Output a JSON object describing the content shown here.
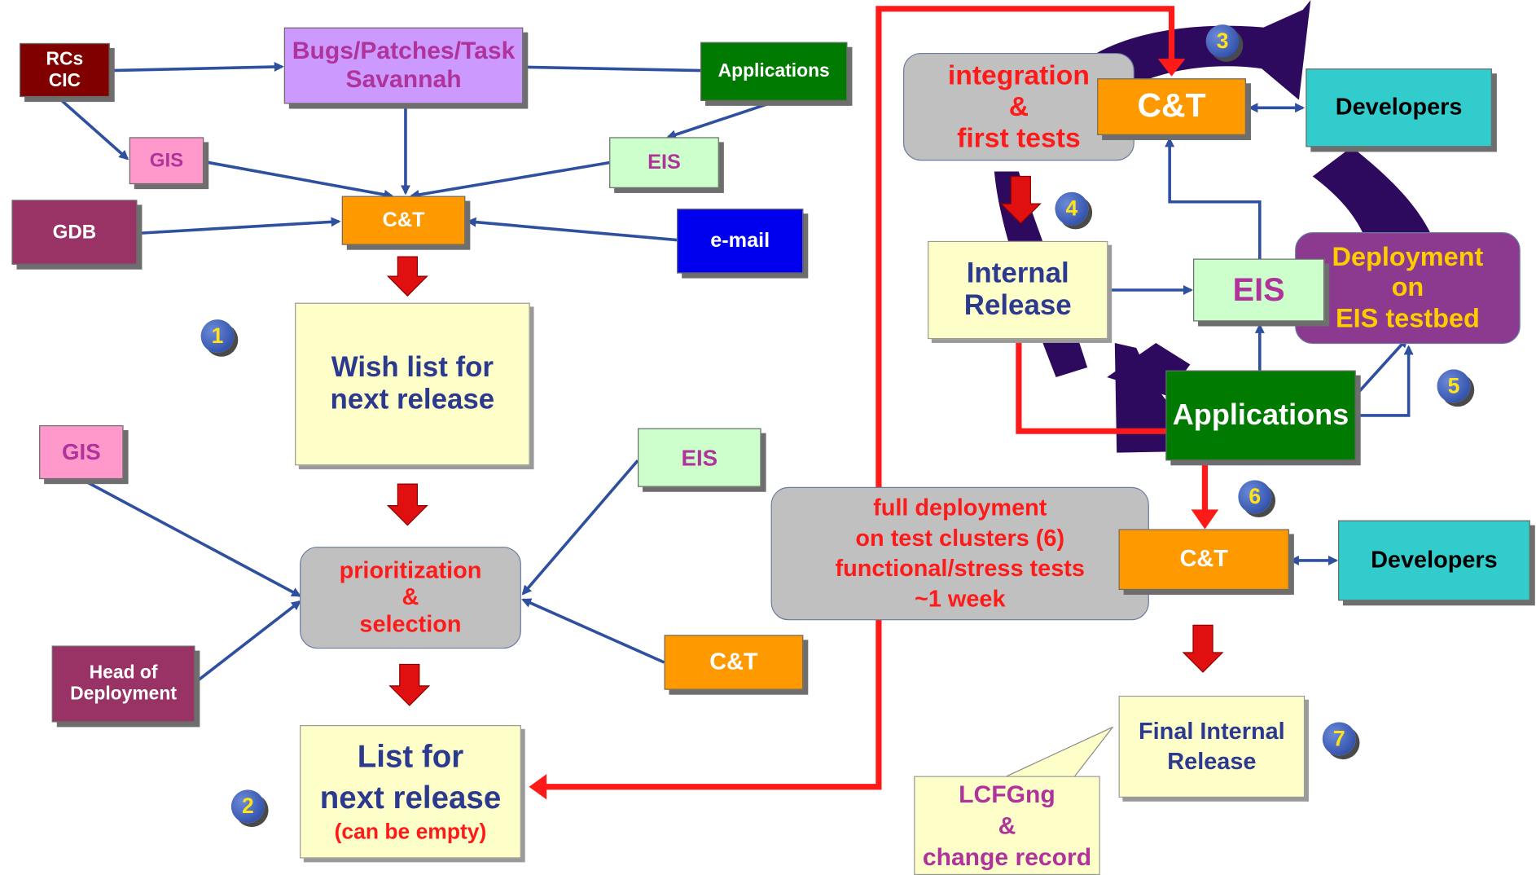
{
  "colors": {
    "navy": "#2b3a8f",
    "red": "#ff1a1a",
    "orange": "#ff9900",
    "purple_cycle": "#2e0a5e",
    "arrow_blue": "#2f4f9f"
  },
  "left": {
    "rcs_cic": [
      "RCs",
      "CIC"
    ],
    "bugs_savannah": [
      "Bugs/Patches/Task",
      "Savannah"
    ],
    "applications_top": "Applications",
    "gis_top": "GIS",
    "eis_top": "EIS",
    "gdb": "GDB",
    "ct_top": "C&T",
    "email": "e-mail",
    "wish_list": [
      "Wish list for",
      "next release"
    ],
    "gis_mid": "GIS",
    "eis_mid": "EIS",
    "prioritization": [
      "prioritization",
      "&",
      "selection"
    ],
    "head_of_deployment": [
      "Head of",
      "Deployment"
    ],
    "ct_mid": "C&T",
    "list_next_release": [
      "List for",
      "next release"
    ],
    "list_note": "(can be empty)"
  },
  "right": {
    "integration": [
      "integration",
      "&",
      "first tests"
    ],
    "ct_cycle": "C&T",
    "developers_top": "Developers",
    "internal_release": [
      "Internal",
      "Release"
    ],
    "eis_cycle": "EIS",
    "deployment_eis": [
      "Deployment",
      "on",
      "EIS testbed"
    ],
    "applications_cycle": "Applications",
    "full_deployment": [
      "full deployment",
      "on test clusters (6)",
      "functional/stress tests",
      "~1 week"
    ],
    "ct_bottom": "C&T",
    "developers_bottom": "Developers",
    "final_internal_release": [
      "Final Internal",
      "Release"
    ],
    "lcfgng": [
      "LCFGng",
      "&",
      "change record"
    ]
  },
  "badges": [
    "1",
    "2",
    "3",
    "4",
    "5",
    "6",
    "7"
  ]
}
